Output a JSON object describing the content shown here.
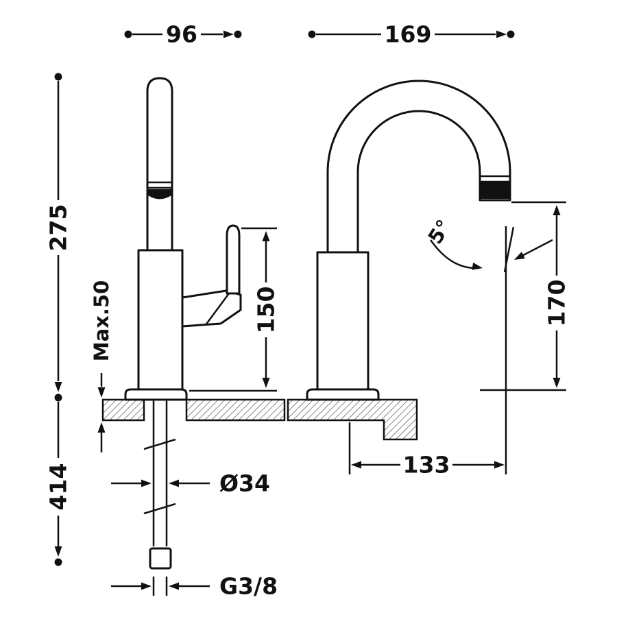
{
  "colors": {
    "line": "#111111",
    "background": "#ffffff",
    "hatch": "#555555"
  },
  "dimensions": {
    "width_side": "96",
    "width_front": "169",
    "height_body": "275",
    "max_thickness": "Max.50",
    "handle_height": "150",
    "shank_length": "414",
    "hole_diameter": "Ø34",
    "thread": "G3/8",
    "tilt_angle": "5°",
    "spout_height": "170",
    "spout_reach": "133"
  }
}
